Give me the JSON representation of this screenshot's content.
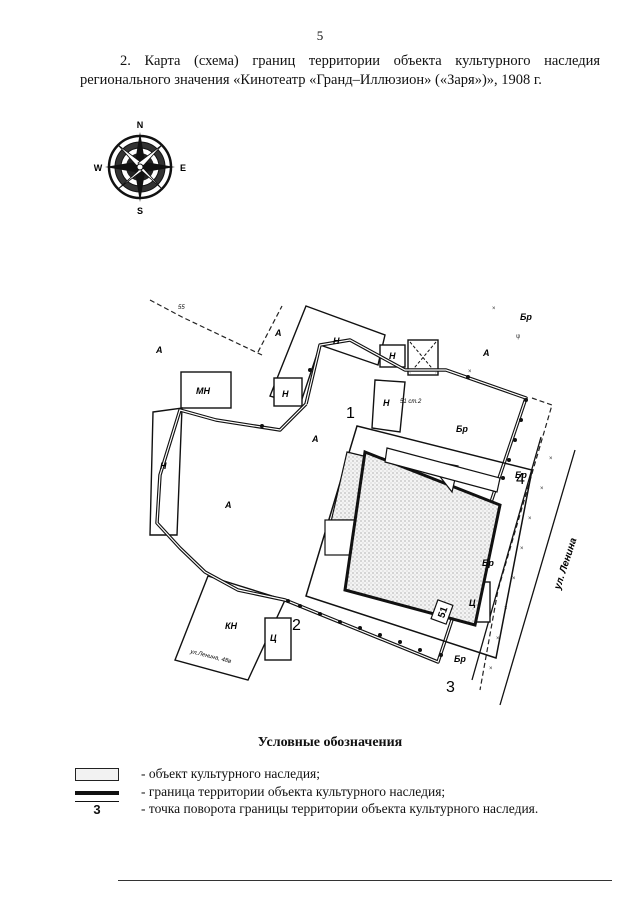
{
  "page": {
    "number": "5"
  },
  "heading": {
    "line1": "2. Карта (схема) границ территории объекта культурного наследия",
    "line2": "регионального значения «Кинотеатр «Гранд–Иллюзион» («Заря»)», 1908 г."
  },
  "compass": {
    "n": "N",
    "s": "S",
    "w": "W",
    "e": "E"
  },
  "map": {
    "labels": {
      "a": "А",
      "n": "Н",
      "mn": "МН",
      "kn": "КН",
      "br": "Бр",
      "ts": "Ц",
      "ul_lenina_48v": "ул.Ленина, 48в",
      "ul_lenina": "ул. Ленина",
      "house_51_st2": "51 ст.2",
      "house_55": "55",
      "house_51": "51"
    },
    "points": [
      "1",
      "2",
      "3",
      "4"
    ]
  },
  "legend": {
    "title": "Условные обозначения",
    "items": [
      {
        "symbol": "",
        "text": "- объект культурного наследия;"
      },
      {
        "symbol": "",
        "text": "- граница территории объекта культурного наследия;"
      },
      {
        "symbol": "3",
        "text": "- точка поворота границы территории объекта культурного наследия."
      }
    ]
  }
}
